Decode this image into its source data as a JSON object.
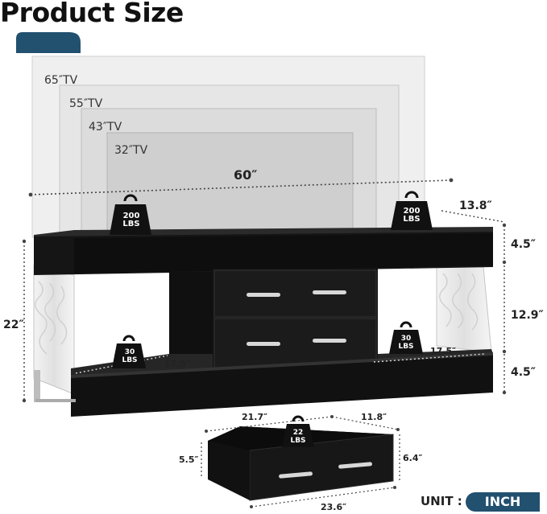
{
  "header": {
    "title": "Product Size"
  },
  "tv_sizes": [
    {
      "label": "65″TV"
    },
    {
      "label": "55″TV"
    },
    {
      "label": "43″TV"
    },
    {
      "label": "32″TV"
    }
  ],
  "dimensions": {
    "width": "60″",
    "depth": "13.8″",
    "height_total": "22″",
    "top_thickness": "4.5″",
    "open_height": "12.9″",
    "base_thickness": "4.5″",
    "shelf_left_depth": "17.5″",
    "shelf_right_depth": "17.5″"
  },
  "weights": {
    "top_left": {
      "value": "200",
      "unit": "LBS"
    },
    "top_right": {
      "value": "200",
      "unit": "LBS"
    },
    "shelf_left": {
      "value": "30",
      "unit": "LBS"
    },
    "shelf_right": {
      "value": "30",
      "unit": "LBS"
    },
    "drawer": {
      "value": "22",
      "unit": "LBS"
    }
  },
  "drawer": {
    "width": "21.7″",
    "depth": "11.8″",
    "inner_height": "5.5″",
    "outer_height": "6.4″",
    "outer_width": "23.6″"
  },
  "unit_label": "UNIT :",
  "unit_value": "INCH",
  "colors": {
    "accent": "#22506f",
    "furniture": "#141414",
    "tv_frame": "#c9c9c9"
  }
}
